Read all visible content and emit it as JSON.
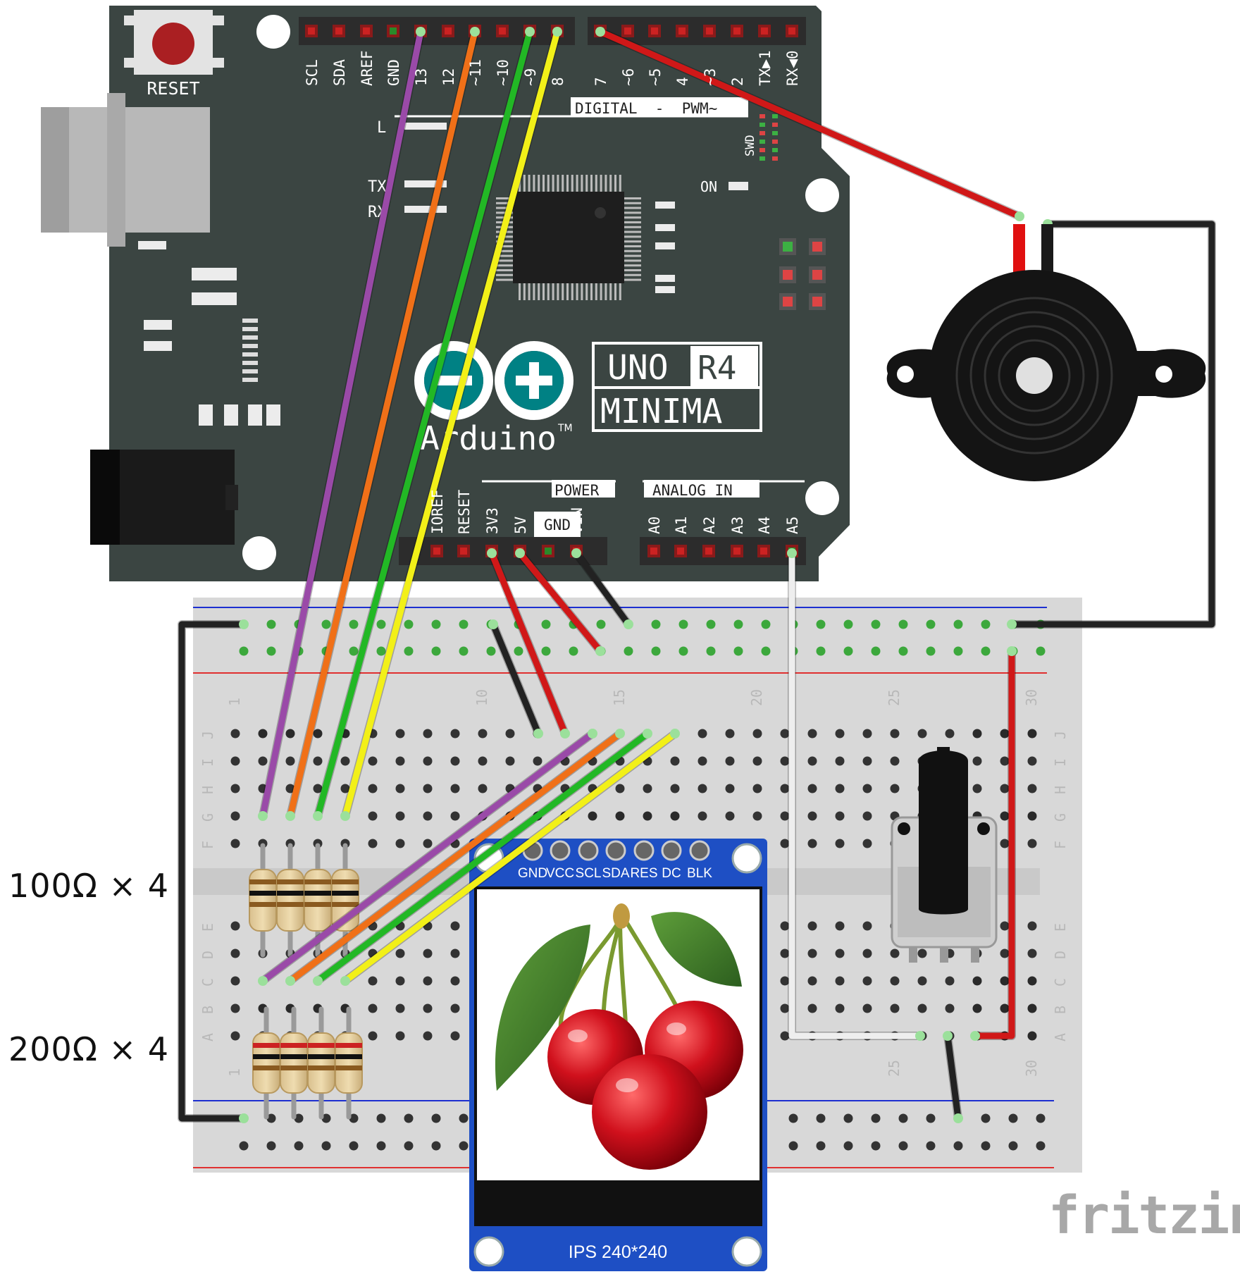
{
  "board": {
    "reset_label": "RESET",
    "uno_label": "UNO",
    "r4_label": "R4",
    "minima_label": "MINIMA",
    "logo_text": "Arduino",
    "tm": "TM",
    "digital_header": "DIGITAL  -  PWM~",
    "power_header": "POWER",
    "analog_header": "ANALOG IN",
    "led_l": "L",
    "led_tx": "TX",
    "led_rx": "RX",
    "led_on": "ON",
    "swd_label": "SWD",
    "top_pins": [
      "SCL",
      "SDA",
      "AREF",
      "GND",
      "13",
      "12",
      "~11",
      "~10",
      "~9",
      "8",
      "7",
      "~6",
      "~5",
      "4",
      "~3",
      "2",
      "TX▶1",
      "RX◀0"
    ],
    "power_pins": [
      "IOREF",
      "RESET",
      "3V3",
      "5V",
      "GND",
      "VIN"
    ],
    "analog_pins": [
      "A0",
      "A1",
      "A2",
      "A3",
      "A4",
      "A5"
    ]
  },
  "breadboard": {
    "col_numbers": [
      "1",
      "10",
      "15",
      "20",
      "25",
      "30"
    ],
    "row_letters_top": [
      "J",
      "I",
      "H",
      "G",
      "F"
    ],
    "row_letters_bottom": [
      "E",
      "D",
      "C",
      "B",
      "A"
    ]
  },
  "display": {
    "pins": [
      "GND",
      "VCC",
      "SCL",
      "SDA",
      "RES",
      "DC",
      "BLK"
    ],
    "model": "IPS 240*240"
  },
  "labels": {
    "resistor_top": "100Ω × 4",
    "resistor_bottom": "200Ω × 4",
    "brand": "fritzing"
  },
  "colors": {
    "board": "#3b4542",
    "wire_purple": "#9a4aa8",
    "wire_orange": "#f07018",
    "wire_green": "#22b825",
    "wire_yellow": "#f2f018",
    "wire_red": "#d01818",
    "wire_black": "#222222",
    "wire_white": "#eeeeee",
    "display_blue": "#1e4fc4"
  }
}
